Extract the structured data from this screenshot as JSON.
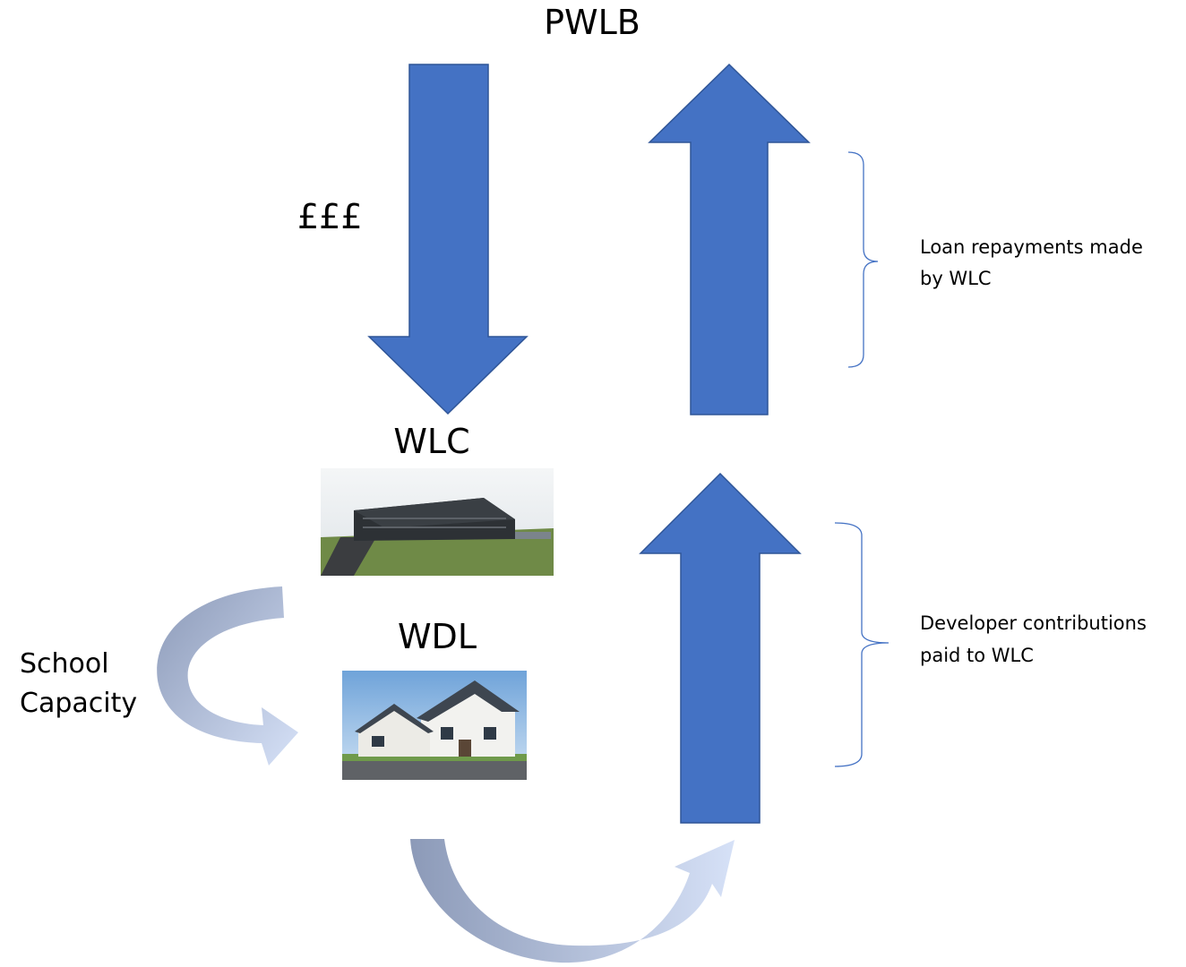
{
  "nodes": {
    "pwlb": "PWLB",
    "wlc": "WLC",
    "wdl": "WDL"
  },
  "flow_labels": {
    "money": "£££",
    "school_capacity_line1": "School",
    "school_capacity_line2": "Capacity"
  },
  "annotations": {
    "loan_line1": "Loan repayments made",
    "loan_line2": "by WLC",
    "dev_line1": "Developer contributions",
    "dev_line2": "paid to WLC"
  },
  "colors": {
    "arrow_fill": "#4472C4",
    "arrow_stroke": "#2F5597",
    "bracket": "#4472C4",
    "curve_dark": "#8C9AB8",
    "curve_light": "#D6E1F7"
  }
}
